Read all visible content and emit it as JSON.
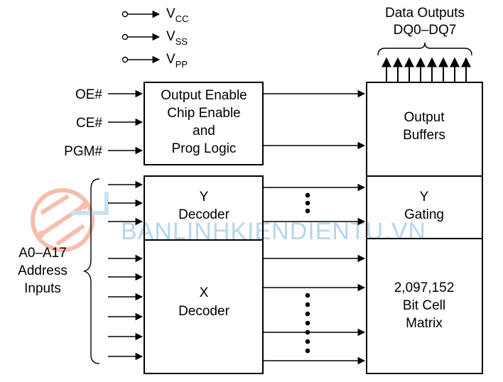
{
  "power_pins": [
    {
      "main": "V",
      "sub": "CC"
    },
    {
      "main": "V",
      "sub": "SS"
    },
    {
      "main": "V",
      "sub": "PP"
    }
  ],
  "outputs": {
    "line1": "Data Outputs",
    "line2": "DQ0–DQ7"
  },
  "control_inputs": [
    "OE#",
    "CE#",
    "PGM#"
  ],
  "control_block": [
    "Output Enable",
    "Chip Enable",
    "and",
    "Prog Logic"
  ],
  "output_buffers": [
    "Output",
    "Buffers"
  ],
  "y_decoder": [
    "Y",
    "Decoder"
  ],
  "y_gating": [
    "Y",
    "Gating"
  ],
  "x_decoder": [
    "X",
    "Decoder"
  ],
  "cell_matrix": [
    "2,097,152",
    "Bit Cell",
    "Matrix"
  ],
  "address_label": [
    "A0–A17",
    "Address",
    "Inputs"
  ],
  "watermark": "BANLINHKIENDIENTU.VN",
  "colors": {
    "line": "#000000",
    "watermark": "#9ec9e6",
    "watermark_logo": "#f08a6a"
  }
}
